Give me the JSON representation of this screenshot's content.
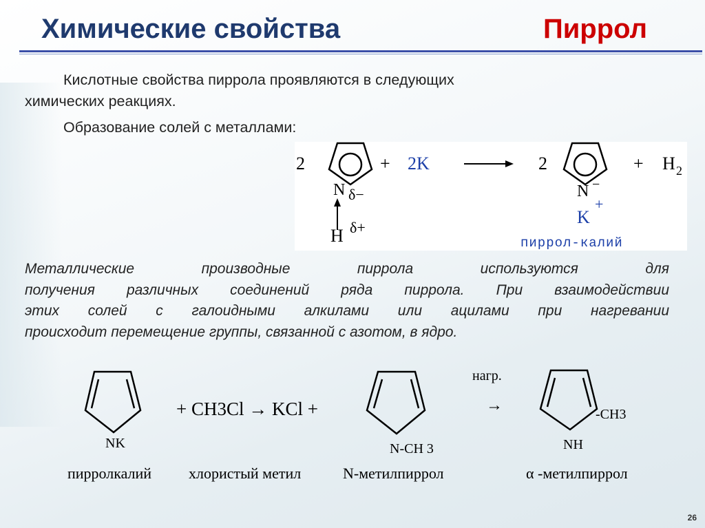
{
  "header": {
    "title": "Химические свойства",
    "subject": "Пиррол"
  },
  "intro": {
    "line1": "Кислотные свойства пиррола проявляются в следующих",
    "line2": "химических реакциях.",
    "line3": "Образование солей с металлами:"
  },
  "reaction1": {
    "coef_left": "2",
    "plus1": "+",
    "reagent": "2K",
    "coef_right": "2",
    "plus2": "+",
    "product_gas": "H",
    "product_gas_sub": "2",
    "n_label": "N",
    "n_delta": "δ−",
    "h_label": "H",
    "h_delta": "δ+",
    "n_minus": "N",
    "n_minus_charge": "−",
    "k_label": "K",
    "k_charge": "+",
    "product_name": "пиррол-калий"
  },
  "paragraph": {
    "lines": [
      "Металлические производные пиррола используются для",
      "получения различных соединений ряда пиррола. При взаимодействии",
      "этих солей с галоидными алкилами или ацилами при нагревании",
      "происходит перемещение группы, связанной с азотом, в ядро."
    ]
  },
  "reaction2": {
    "nk_label": "NK",
    "middle": "+ CH3Cl → KCl +",
    "nch3_label": "N-CH 3",
    "heat_label": "нагр.",
    "arrow": "→",
    "nh_label": "NH",
    "ch3_label": "-CH3",
    "names": [
      "пирролкалий",
      "хлористый метил",
      "N-метилпиррол",
      "α -метилпиррол"
    ]
  },
  "page_number": "26"
}
